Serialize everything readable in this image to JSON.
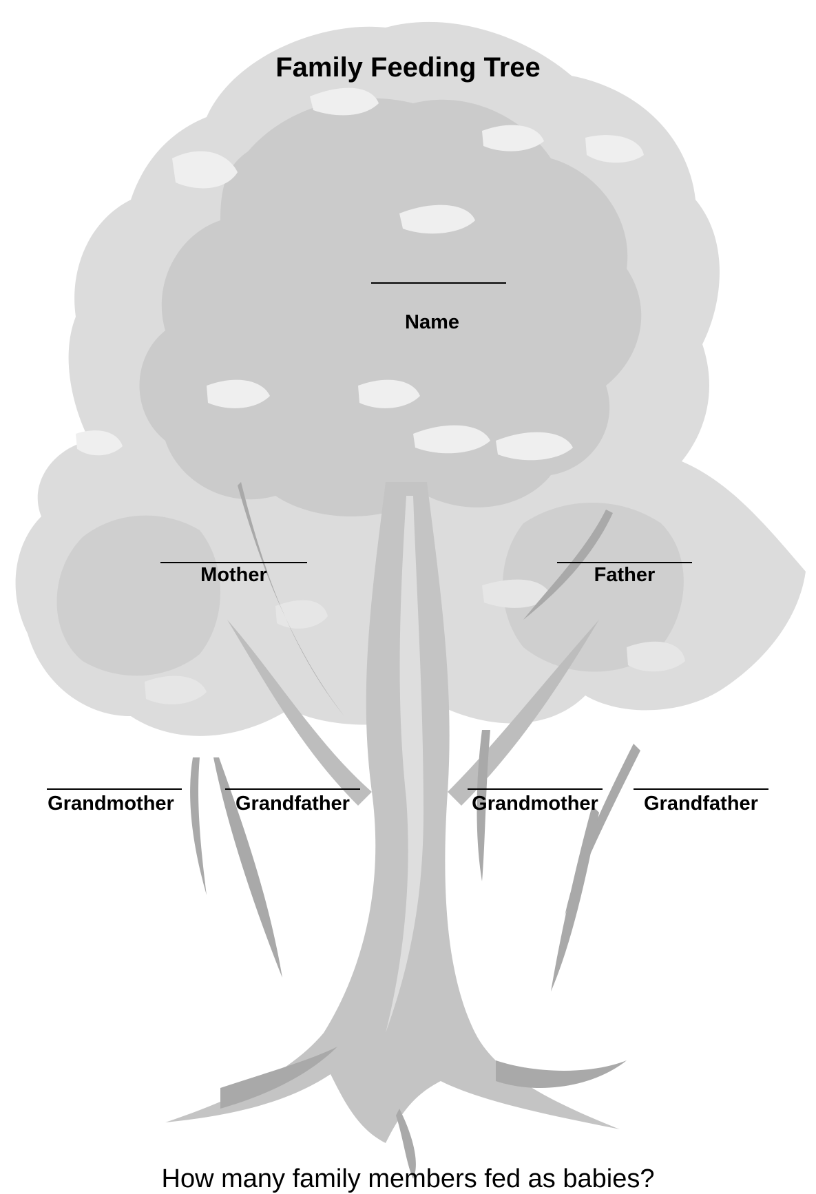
{
  "title": "Family Feeding Tree",
  "fields": {
    "name": {
      "label": "Name"
    },
    "mother": {
      "label": "Mother"
    },
    "father": {
      "label": "Father"
    },
    "maternal_grandmother": {
      "label": "Grandmother"
    },
    "maternal_grandfather": {
      "label": "Grandfather"
    },
    "paternal_grandmother": {
      "label": "Grandmother"
    },
    "paternal_grandfather": {
      "label": "Grandfather"
    }
  },
  "question": "How many family members fed as babies?",
  "colors": {
    "foliage_light": "#dcdcdc",
    "foliage_mid": "#cbcbcb",
    "foliage_highlight": "#efefef",
    "trunk": "#c4c4c4",
    "branch_dark": "#a9a9a9",
    "text": "#000000"
  }
}
